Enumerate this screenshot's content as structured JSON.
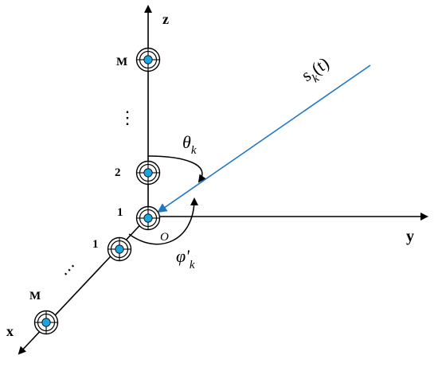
{
  "axes": {
    "z_label": "z",
    "y_label": "y",
    "x_label": "x",
    "origin_label": "O"
  },
  "z_array": {
    "label_first": "1",
    "label_second": "2",
    "label_last": "M",
    "ellipsis": "⋮"
  },
  "x_array": {
    "label_first": "1",
    "label_last": "M",
    "ellipsis": "⋯"
  },
  "signal": {
    "label_main": "s",
    "label_sub": "k",
    "label_arg": "(t)"
  },
  "angles": {
    "theta_symbol": "θ",
    "theta_sub": "k",
    "phi_symbol": "φ'",
    "phi_sub": "k"
  },
  "colors": {
    "signal_line": "#1f77c4",
    "sensor_fill": "#1aa6e0",
    "ink": "#000000"
  },
  "icons": {
    "sensor": "concentric-ring-sensor-icon"
  }
}
